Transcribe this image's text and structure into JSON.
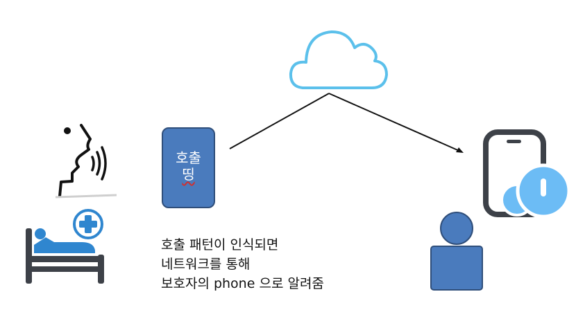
{
  "device": {
    "title": "호출",
    "subtitle": "띵"
  },
  "caption": {
    "lines": [
      "호출 패턴이 인식되면",
      "네트워크를 통해",
      "보호자의 phone 으로 알려줌"
    ]
  },
  "icons": [
    "speaking-head-icon",
    "hospital-bed-patient-icon",
    "medical-cross-icon",
    "cloud-icon",
    "smartphone-icon",
    "notification-badge-icon",
    "guardian-person-icon"
  ],
  "colors": {
    "device_fill": "#4a7bbd",
    "device_border": "#2f4e7a",
    "cloud_stroke": "#5bc0eb",
    "bed_dark": "#3d4148",
    "bed_blue": "#2f86cf",
    "phone_outline": "#3d4148",
    "badge_blue": "#6cbcf5",
    "person_fill": "#4a7bbd",
    "person_stroke": "#2f4e7a"
  }
}
